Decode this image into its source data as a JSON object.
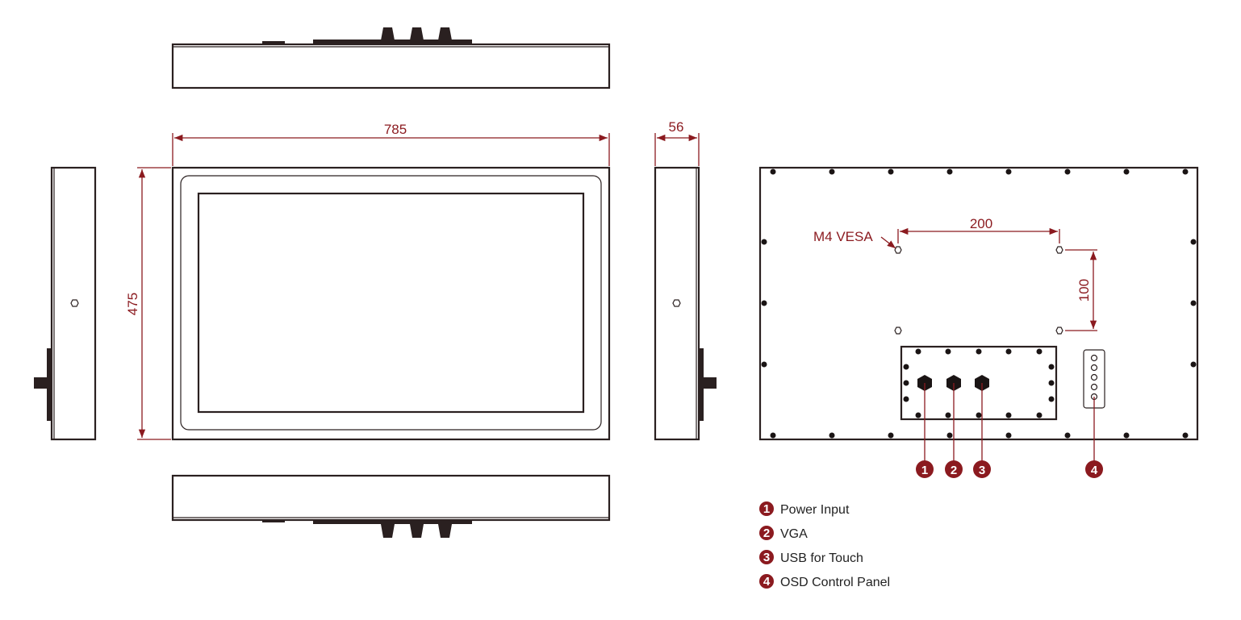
{
  "dimensions": {
    "width": "785",
    "height": "475",
    "depth": "56",
    "vesa_h": "200",
    "vesa_v": "100",
    "vesa_label": "M4 VESA"
  },
  "callouts": [
    "1",
    "2",
    "3",
    "4"
  ],
  "legend": [
    {
      "num": "1",
      "label": "Power Input"
    },
    {
      "num": "2",
      "label": "VGA"
    },
    {
      "num": "3",
      "label": "USB for Touch"
    },
    {
      "num": "4",
      "label": "OSD Control Panel"
    }
  ],
  "colors": {
    "accent": "#8b1a1f",
    "line": "#2a2020"
  }
}
